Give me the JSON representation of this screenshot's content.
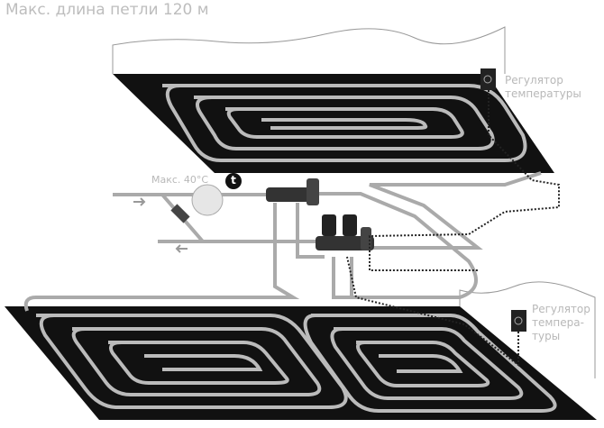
{
  "title": "Макс. длина петли 120 м",
  "pump_label": "Макс. 40°C",
  "thermo_badge": "t",
  "regulator_top": {
    "line1": "Регулятор",
    "line2": "температуры"
  },
  "regulator_bottom": {
    "line1": "Регулятор",
    "line2": "темпера-",
    "line3": "туры"
  }
}
